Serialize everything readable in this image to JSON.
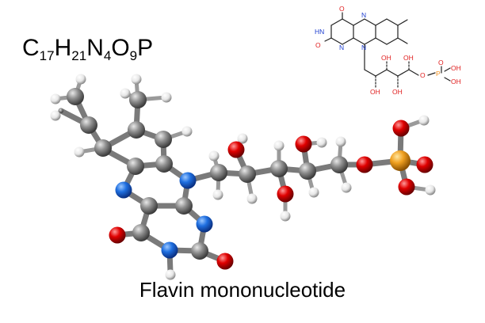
{
  "formula": {
    "parts": [
      {
        "el": "C",
        "n": "17"
      },
      {
        "el": "H",
        "n": "21"
      },
      {
        "el": "N",
        "n": "4"
      },
      {
        "el": "O",
        "n": "9"
      },
      {
        "el": "P",
        "n": ""
      }
    ]
  },
  "title": "Flavin mononucleotide",
  "skeletal": {
    "labels": {
      "O": "O",
      "HN": "HN",
      "N": "N",
      "OH": "OH",
      "P": "P"
    }
  },
  "colors": {
    "carbon": "#8a8a8a",
    "hydrogen": "#f2f2f2",
    "nitrogen": "#1f6fe0",
    "oxygen": "#e00000",
    "phosphorus": "#f0a020",
    "skeletal_bond": "#222222",
    "skeletal_o": "#e02020",
    "skeletal_n": "#2040d0",
    "skeletal_p": "#f09020"
  }
}
